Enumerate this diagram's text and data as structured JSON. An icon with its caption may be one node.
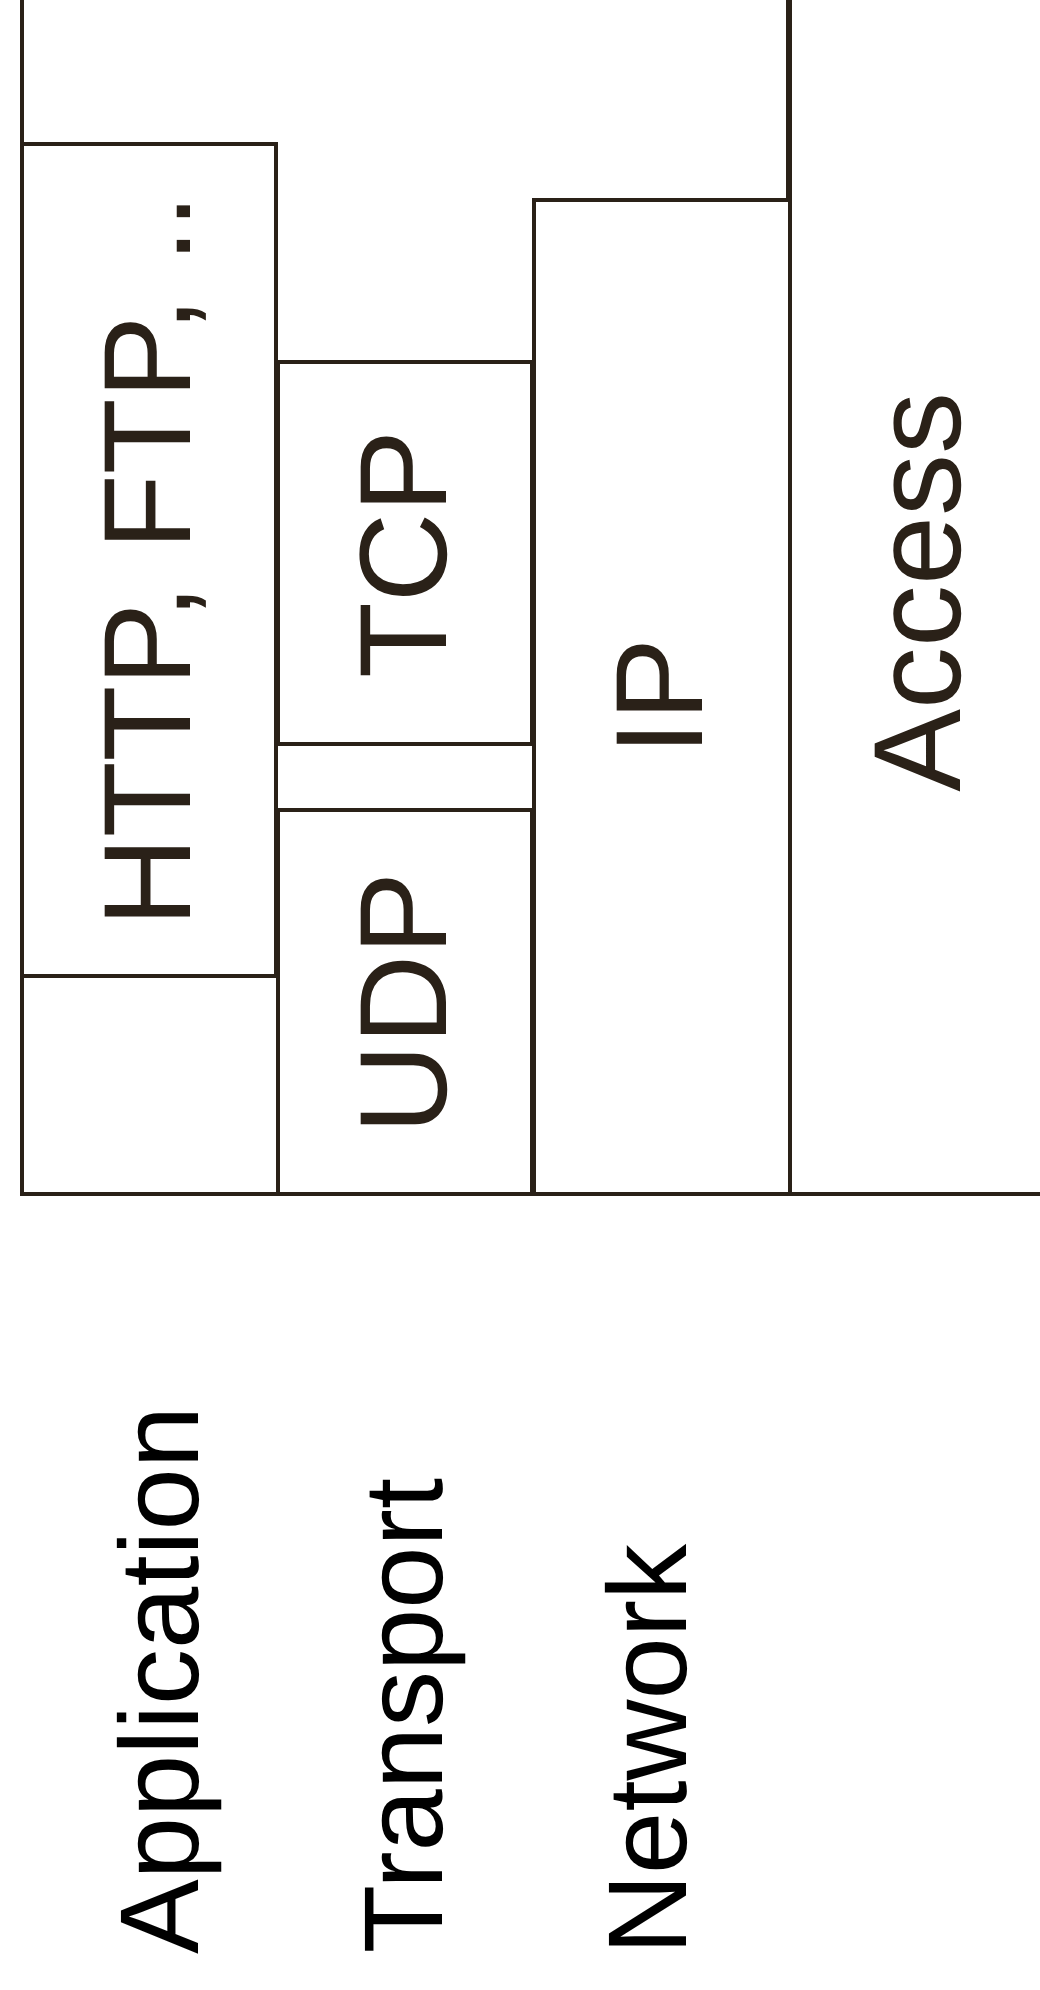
{
  "diagram": {
    "nodes": [
      {
        "text": [
          "HTTP, FTP, .."
        ]
      },
      {
        "text": [
          "TCP"
        ]
      },
      {
        "text": [
          "UDP"
        ]
      },
      {
        "text": [
          "IP"
        ]
      },
      {
        "text": [
          "Access"
        ]
      }
    ],
    "labels": [
      "Application",
      "Transport",
      "Network"
    ]
  }
}
